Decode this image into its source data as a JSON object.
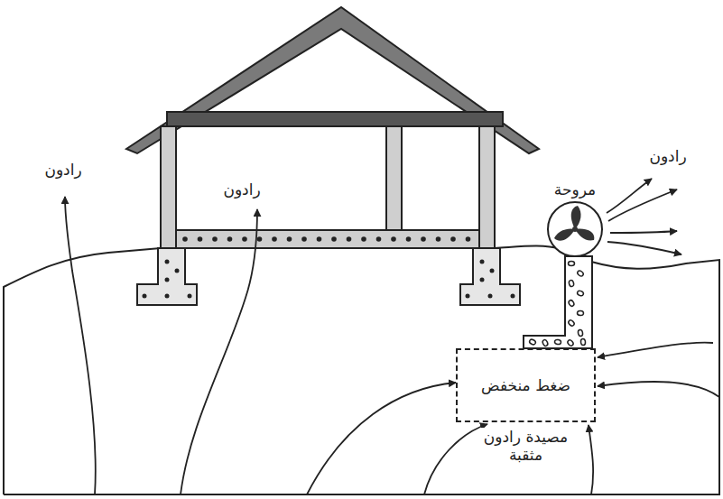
{
  "diagram": {
    "nodes": [
      {
        "text": [
          "ضغط منخفض",
          "مصيدة رادون مثقبة"
        ]
      },
      {
        "text": [
          "مروحة"
        ]
      }
    ],
    "labels": [
      "رادون",
      "رادون",
      "رادون"
    ]
  }
}
